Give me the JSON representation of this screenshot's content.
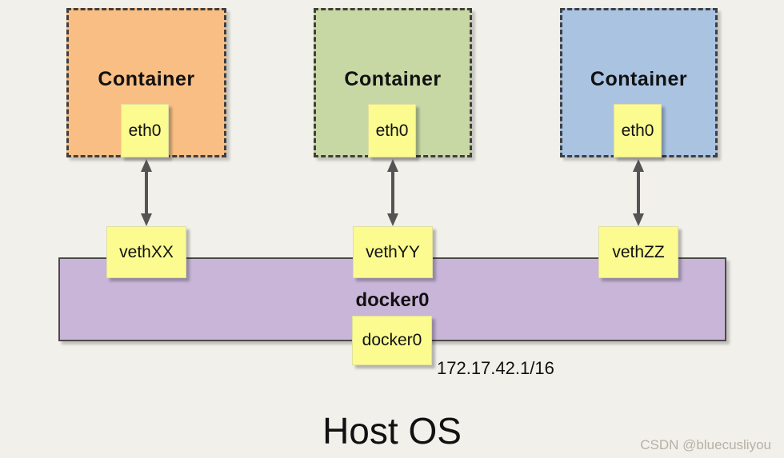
{
  "diagram": {
    "host_label": "Host OS",
    "watermark": "CSDN @bluecusliyou",
    "containers": [
      {
        "label": "Container",
        "interface": "eth0",
        "veth": "vethXX",
        "color": "#f9be84"
      },
      {
        "label": "Container",
        "interface": "eth0",
        "veth": "vethYY",
        "color": "#c8d8a4"
      },
      {
        "label": "Container",
        "interface": "eth0",
        "veth": "vethZZ",
        "color": "#a9c3e1"
      }
    ],
    "bridge": {
      "label": "docker0",
      "interface": "docker0",
      "ip": "172.17.42.1/16",
      "color": "#c8b5d8"
    },
    "colors": {
      "background": "#f2f0ea",
      "note_yellow": "#fbfb90",
      "arrow": "#545454"
    }
  }
}
